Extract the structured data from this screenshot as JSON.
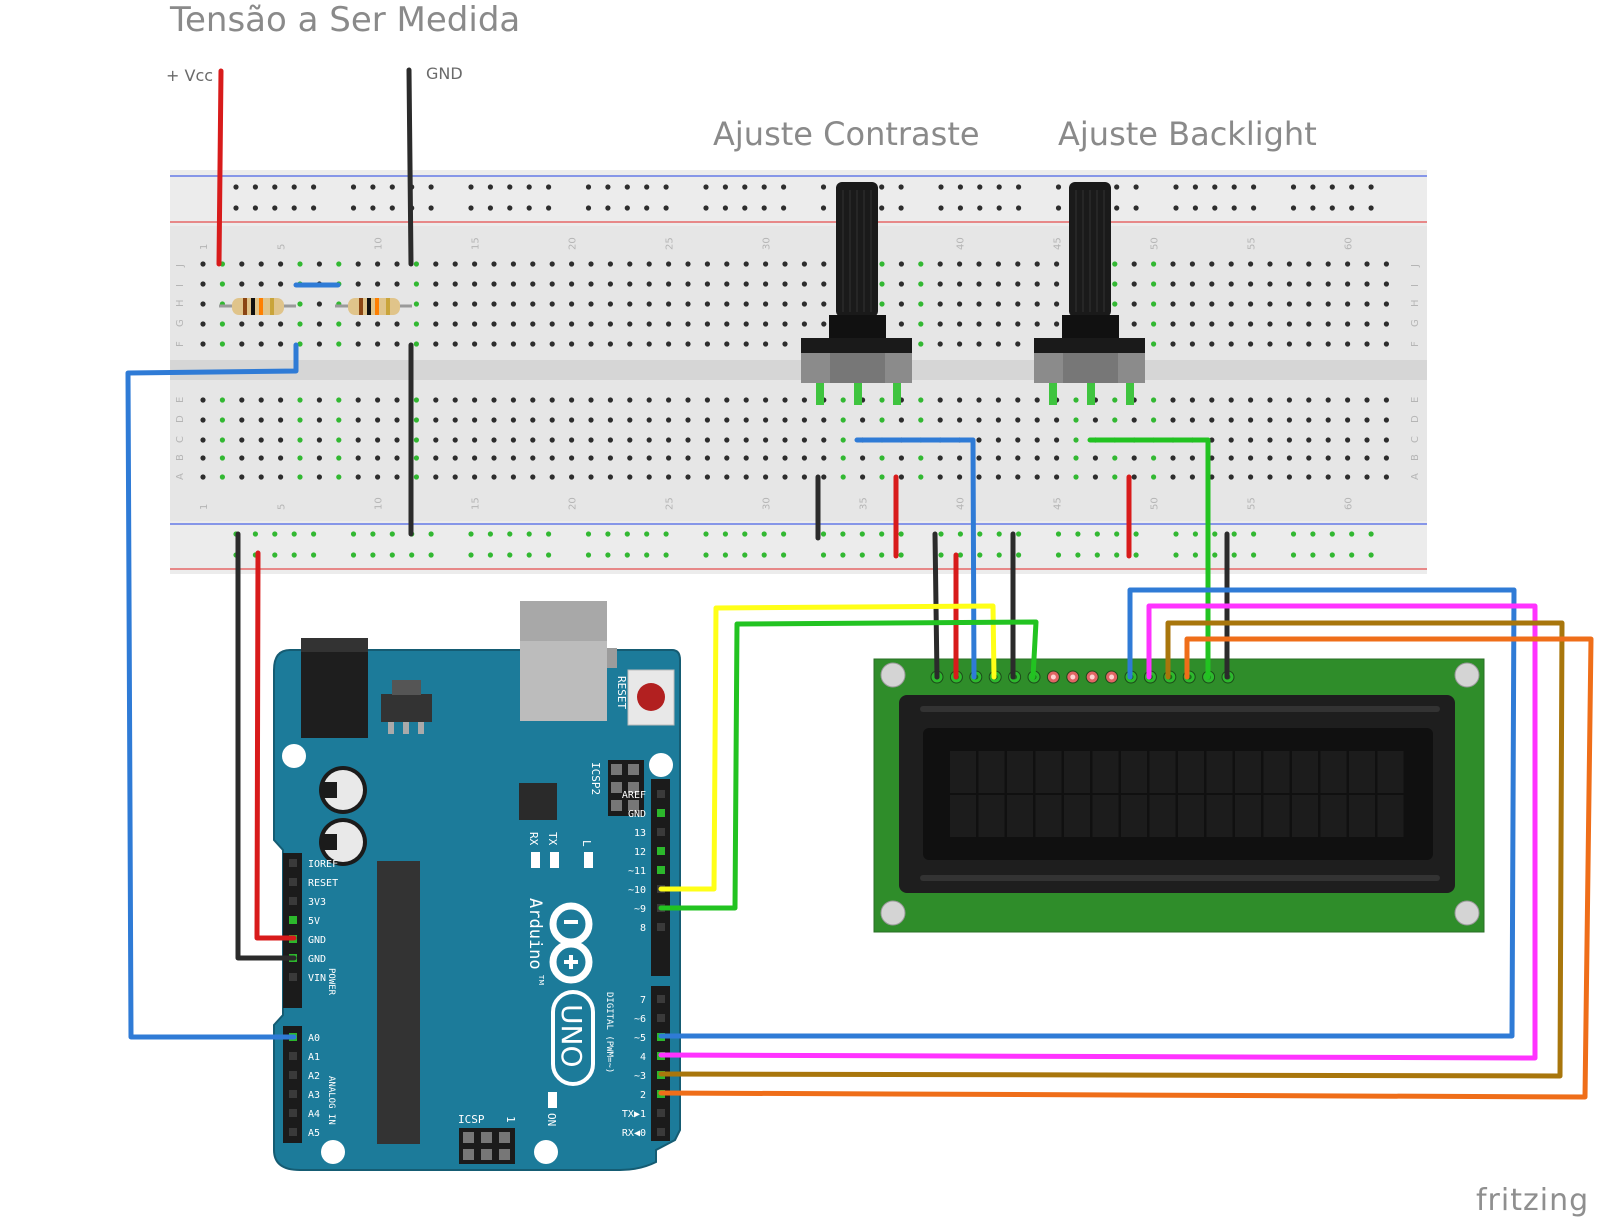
{
  "labels": {
    "title": "Tensão a Ser Medida",
    "vcc": "+ Vcc",
    "gnd": "GND",
    "contrast": "Ajuste Contraste",
    "backlight": "Ajuste Backlight",
    "brand": "fritzing"
  },
  "breadboard": {
    "top_column_numbers": [
      "1",
      "5",
      "10",
      "15",
      "20",
      "25",
      "30",
      "35",
      "40",
      "45",
      "50",
      "55",
      "60"
    ],
    "top_row_letters": [
      "J",
      "I",
      "H",
      "G",
      "F"
    ],
    "bottom_row_letters": [
      "E",
      "D",
      "C",
      "B",
      "A"
    ],
    "bottom_column_numbers": [
      "1",
      "5",
      "10",
      "15",
      "20",
      "25",
      "30",
      "35",
      "40",
      "45",
      "50",
      "55",
      "60"
    ]
  },
  "arduino": {
    "reset": "RESET",
    "icsp2": "ICSP2",
    "icsp": "ICSP",
    "icsp_pin1": "1",
    "rx": "RX",
    "tx": "TX",
    "l": "L",
    "on": "ON",
    "brand": "Arduino",
    "tm": "TM",
    "model": "UNO",
    "power_label": "POWER",
    "analog_label": "ANALOG IN",
    "digital_label": "DIGITAL (PWM=~)",
    "power_pins": [
      "IOREF",
      "RESET",
      "3V3",
      "5V",
      "GND",
      "GND",
      "VIN"
    ],
    "analog_pins": [
      "A0",
      "A1",
      "A2",
      "A3",
      "A4",
      "A5"
    ],
    "digital_top": [
      "AREF",
      "GND",
      "13",
      "12",
      "~11",
      "~10",
      "~9",
      "8"
    ],
    "digital_bottom": [
      "7",
      "~6",
      "~5",
      "4",
      "~3",
      "2",
      "TX▶1",
      "RX◀0"
    ]
  },
  "colors": {
    "wire_red": "#d81b1b",
    "wire_black": "#2b2b2b",
    "wire_blue": "#2f7bd6",
    "wire_green": "#22c321",
    "wire_yellow": "#ffff17",
    "wire_magenta": "#ff33ff",
    "wire_brown": "#a8760c",
    "wire_orange": "#ef6e19",
    "arduino_board": "#1c7b9a",
    "lcd_pcb": "#2f8d2a"
  }
}
